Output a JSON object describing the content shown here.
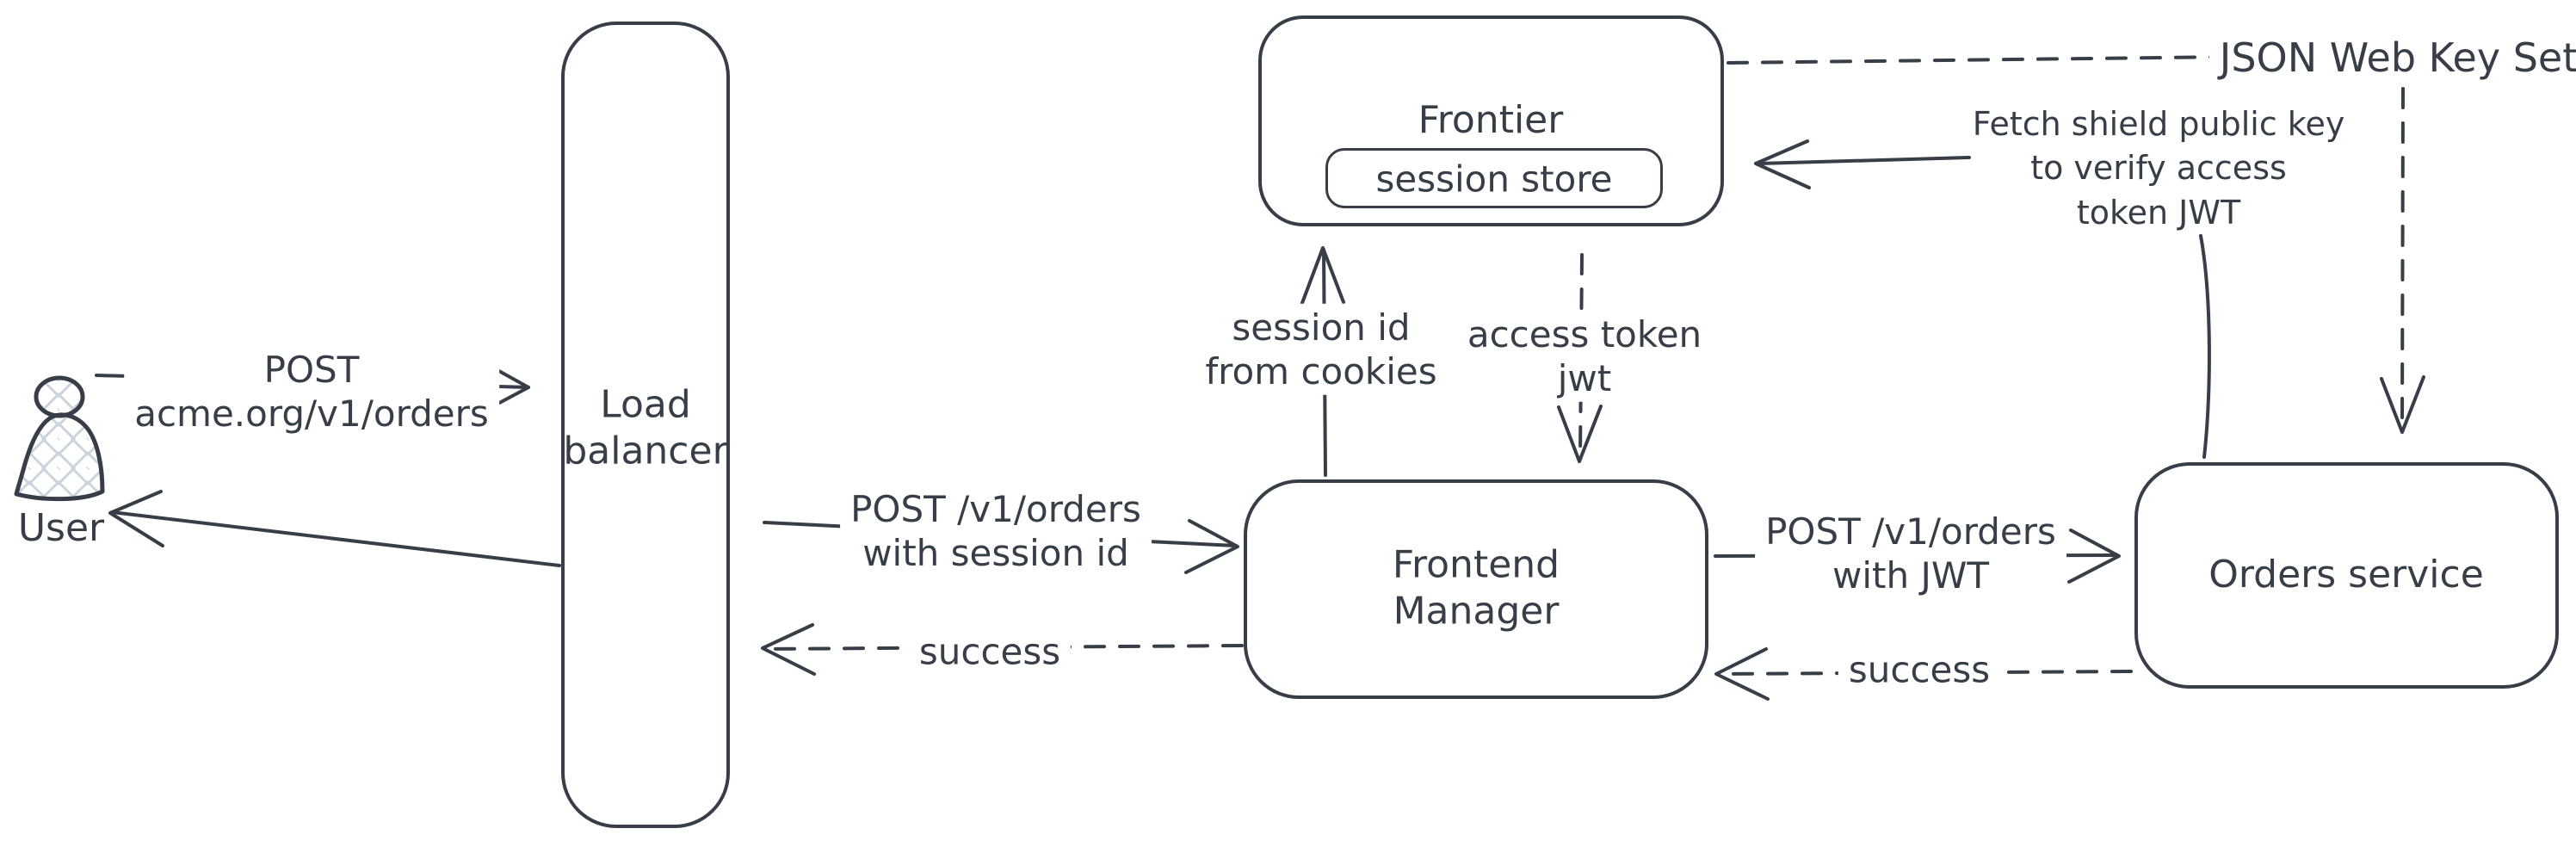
{
  "diagram_type": "architecture-flow",
  "colors": {
    "stroke": "#373e47",
    "hatch_fill": "#ccd5dd",
    "background": "#ffffff"
  },
  "nodes": {
    "user": {
      "label": "User"
    },
    "load_balancer": {
      "lines": [
        "Load",
        "balancer"
      ]
    },
    "frontier": {
      "label": "Frontier",
      "session_store_label": "session store"
    },
    "frontend_manager": {
      "lines": [
        "Frontend",
        "Manager"
      ]
    },
    "orders_service": {
      "label": "Orders service"
    }
  },
  "edges": {
    "user_to_lb": {
      "lines": [
        "POST",
        "acme.org/v1/orders"
      ],
      "style": "solid",
      "direction": "right"
    },
    "lb_to_user": {
      "label": "",
      "style": "solid",
      "direction": "left"
    },
    "lb_to_fm": {
      "lines": [
        "POST /v1/orders",
        "with session id"
      ],
      "style": "solid",
      "direction": "right"
    },
    "fm_to_lb": {
      "label": "success",
      "style": "dashed",
      "direction": "left"
    },
    "fm_to_frontier": {
      "lines": [
        "session id",
        "from cookies"
      ],
      "style": "solid",
      "direction": "up"
    },
    "frontier_to_fm": {
      "lines": [
        "access token",
        "jwt"
      ],
      "style": "dashed",
      "direction": "down"
    },
    "fm_to_orders": {
      "lines": [
        "POST /v1/orders",
        "with JWT"
      ],
      "style": "solid",
      "direction": "right"
    },
    "orders_to_fm": {
      "label": "success",
      "style": "dashed",
      "direction": "left"
    },
    "jwks_source": {
      "label": "JSON Web Key Set",
      "style": "dashed"
    },
    "orders_to_frontier": {
      "lines": [
        "Fetch shield public key",
        "to verify access",
        "token JWT"
      ],
      "style": "solid",
      "direction": "left"
    },
    "jwks_to_orders": {
      "label": "",
      "style": "dashed",
      "direction": "down"
    }
  }
}
